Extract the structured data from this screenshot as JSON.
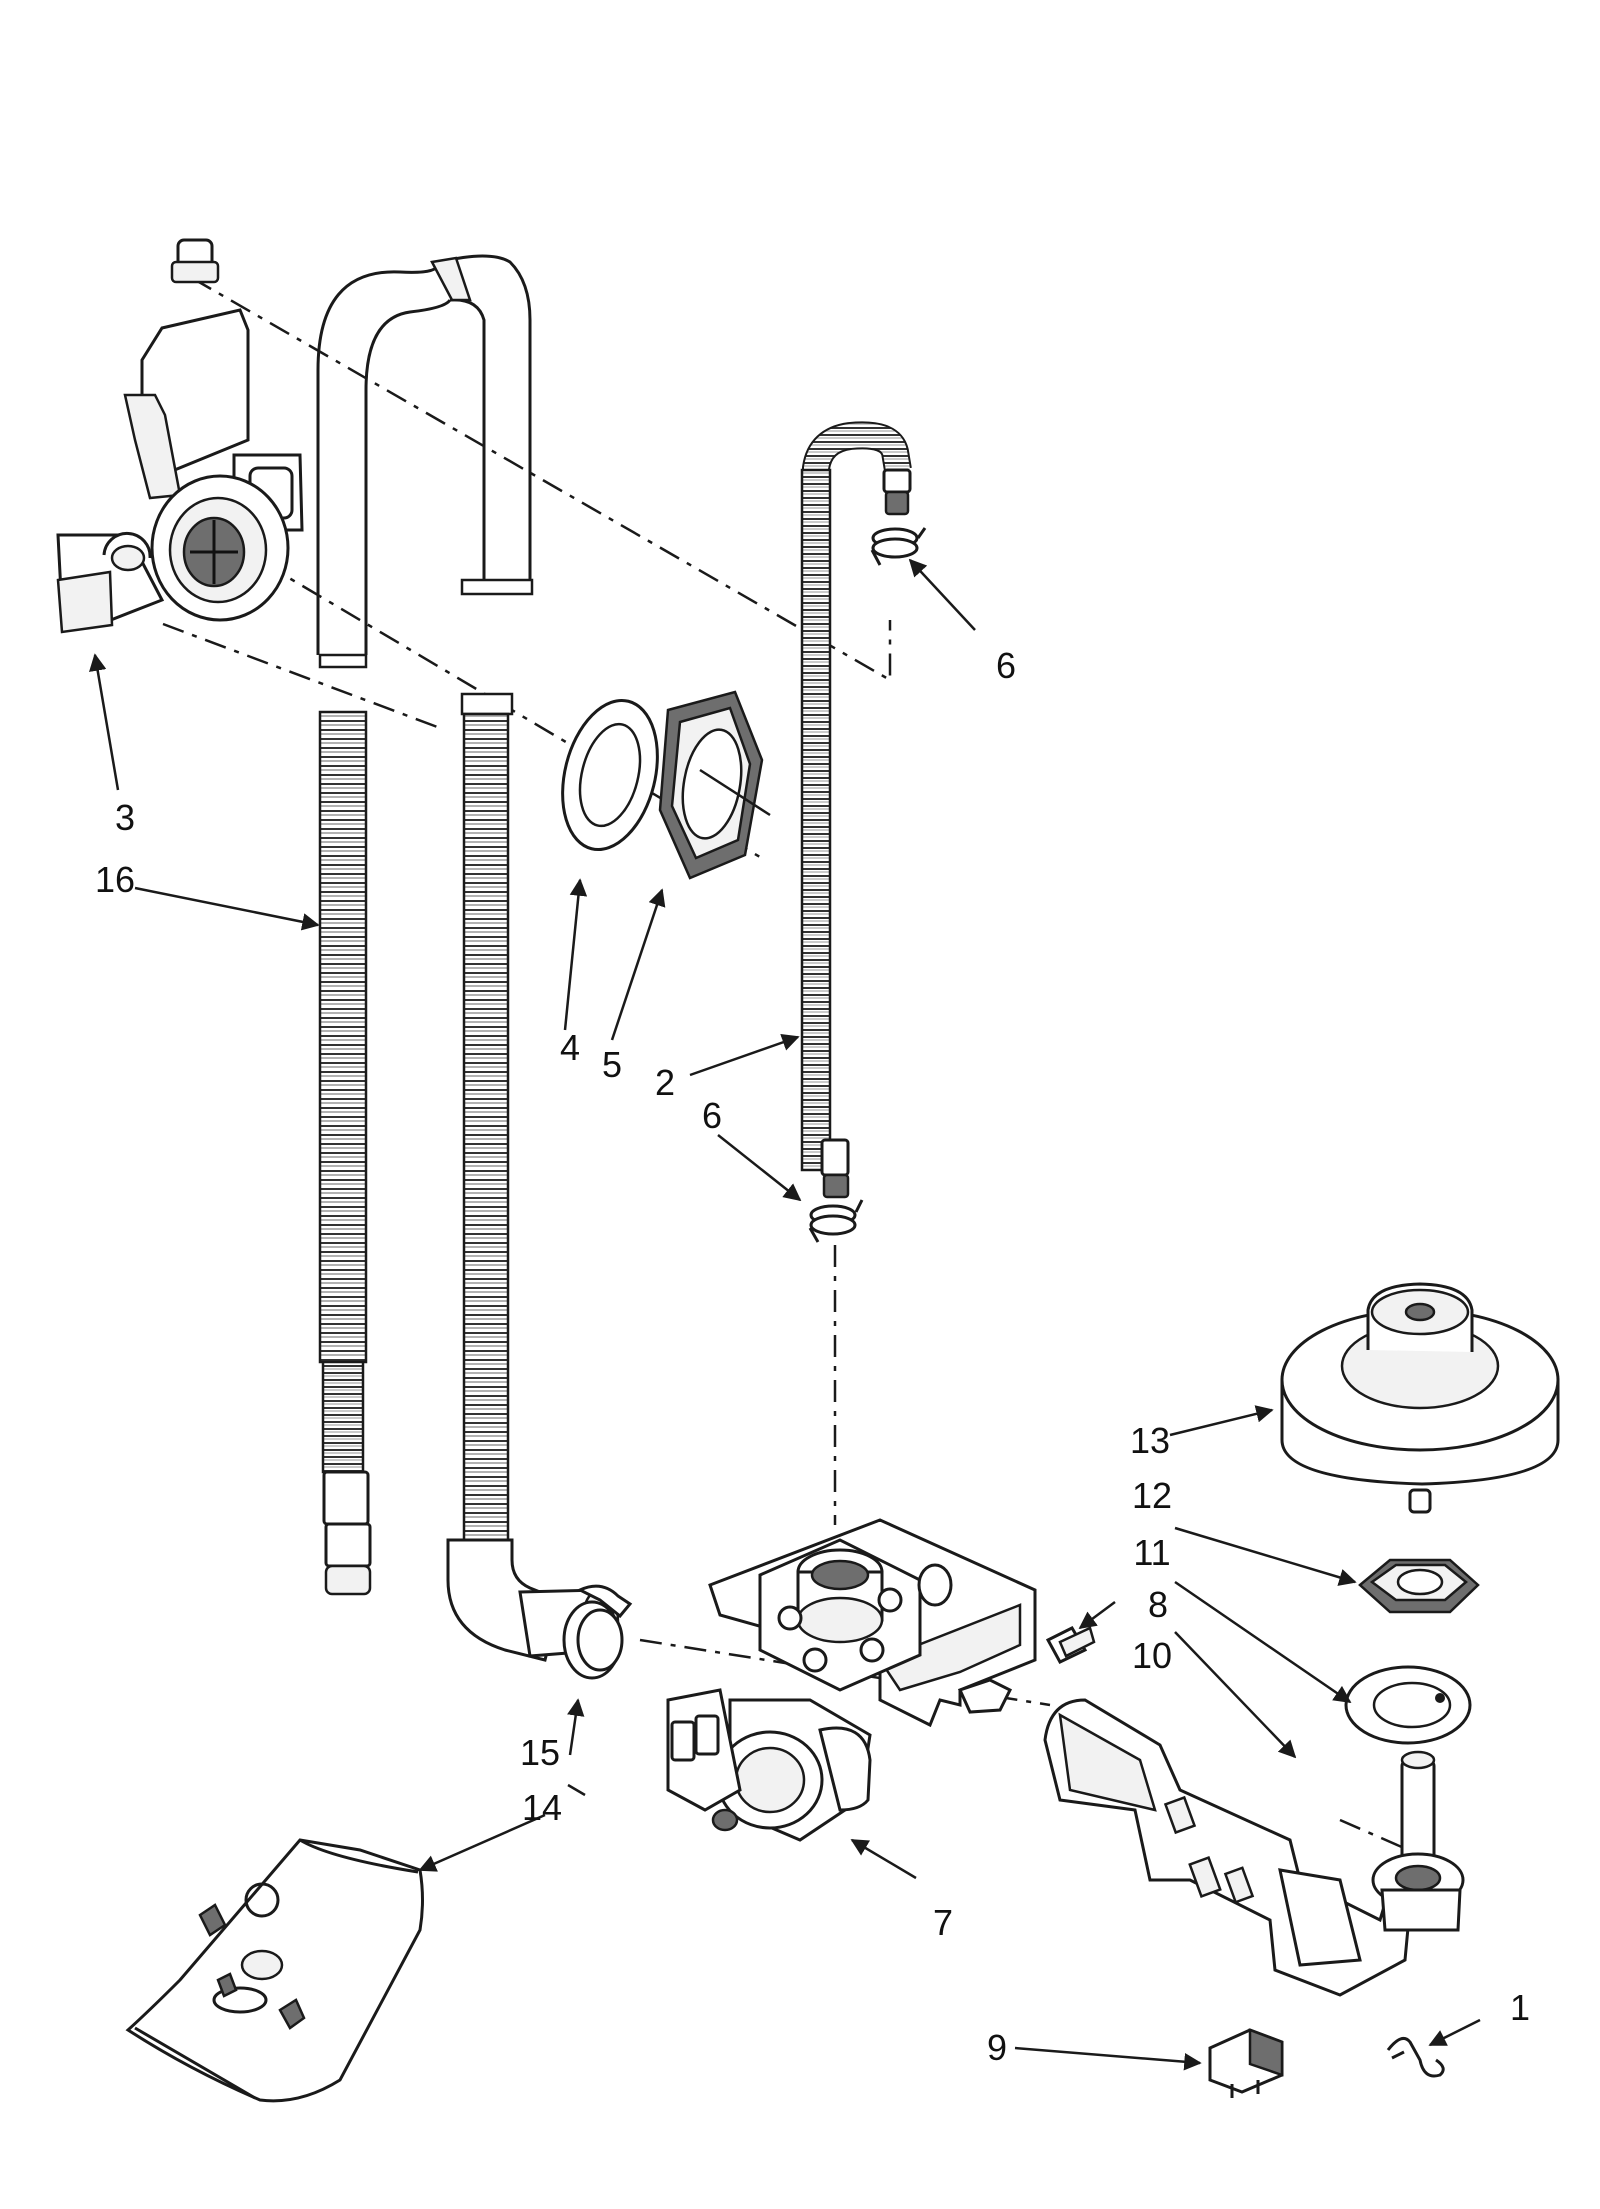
{
  "diagram": {
    "callouts": [
      {
        "id": "c1",
        "label": "1"
      },
      {
        "id": "c2",
        "label": "2"
      },
      {
        "id": "c3",
        "label": "3"
      },
      {
        "id": "c4",
        "label": "4"
      },
      {
        "id": "c5",
        "label": "5"
      },
      {
        "id": "c6a",
        "label": "6"
      },
      {
        "id": "c6b",
        "label": "6"
      },
      {
        "id": "c7",
        "label": "7"
      },
      {
        "id": "c8",
        "label": "8"
      },
      {
        "id": "c9",
        "label": "9"
      },
      {
        "id": "c10",
        "label": "10"
      },
      {
        "id": "c11",
        "label": "11"
      },
      {
        "id": "c12",
        "label": "12"
      },
      {
        "id": "c13",
        "label": "13"
      },
      {
        "id": "c14",
        "label": "14"
      },
      {
        "id": "c15",
        "label": "15"
      },
      {
        "id": "c16",
        "label": "16"
      }
    ]
  }
}
